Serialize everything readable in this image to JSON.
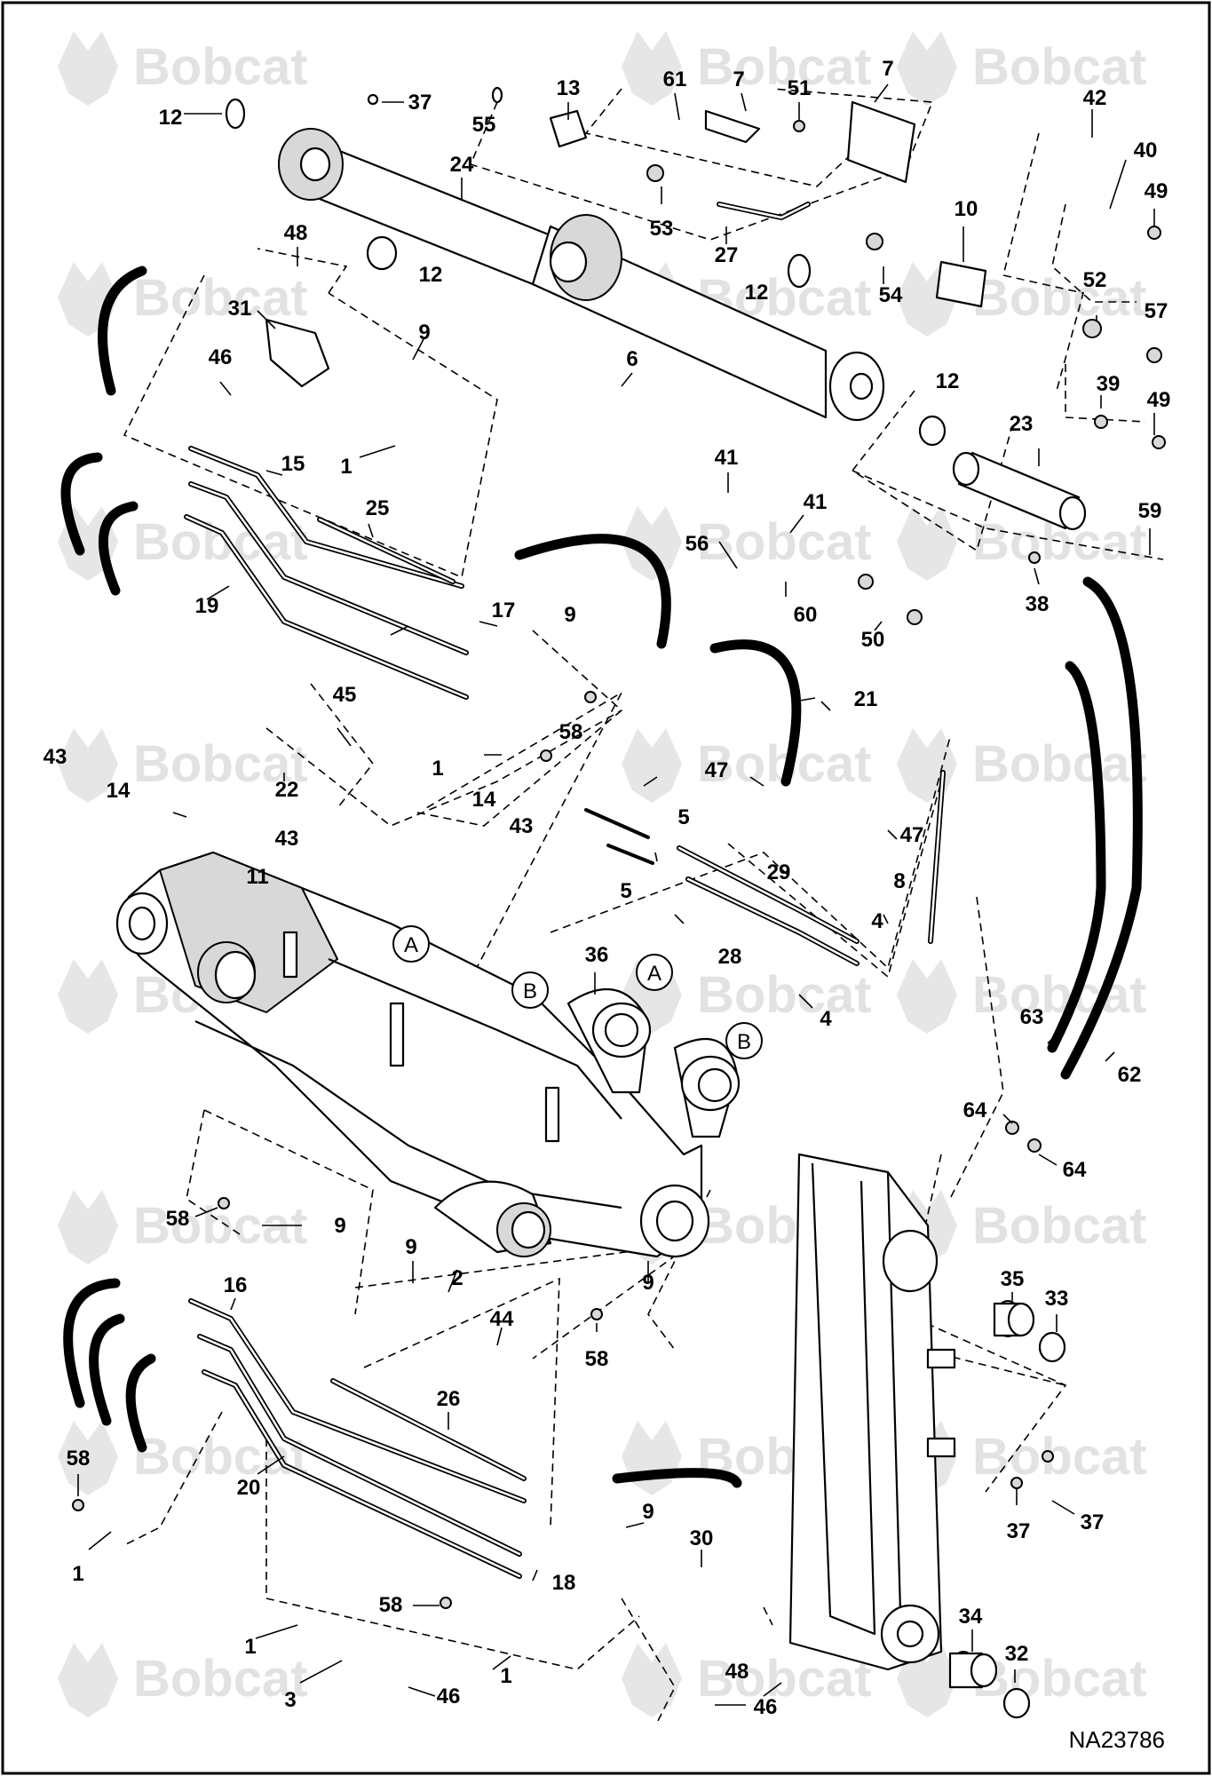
{
  "figure_id": "NA23786",
  "watermark": "Bobcat",
  "callouts": [
    "A",
    "B"
  ],
  "part_labels": [
    "12",
    "37",
    "55",
    "13",
    "61",
    "7",
    "51",
    "7",
    "42",
    "24",
    "53",
    "27",
    "54",
    "10",
    "40",
    "49",
    "12",
    "12",
    "48",
    "31",
    "9",
    "46",
    "6",
    "52",
    "57",
    "1",
    "15",
    "12",
    "23",
    "39",
    "49",
    "25",
    "41",
    "41",
    "56",
    "60",
    "59",
    "38",
    "17",
    "19",
    "9",
    "21",
    "50",
    "1",
    "45",
    "58",
    "43",
    "14",
    "22",
    "47",
    "5",
    "43",
    "14",
    "43",
    "11",
    "29",
    "47",
    "8",
    "5",
    "4",
    "28",
    "36",
    "4",
    "63",
    "62",
    "64",
    "64",
    "58",
    "9",
    "16",
    "9",
    "2",
    "44",
    "9",
    "58",
    "35",
    "33",
    "26",
    "58",
    "20",
    "9",
    "18",
    "30",
    "37",
    "37",
    "1",
    "58",
    "1",
    "34",
    "32",
    "3",
    "46",
    "1",
    "48",
    "46"
  ]
}
